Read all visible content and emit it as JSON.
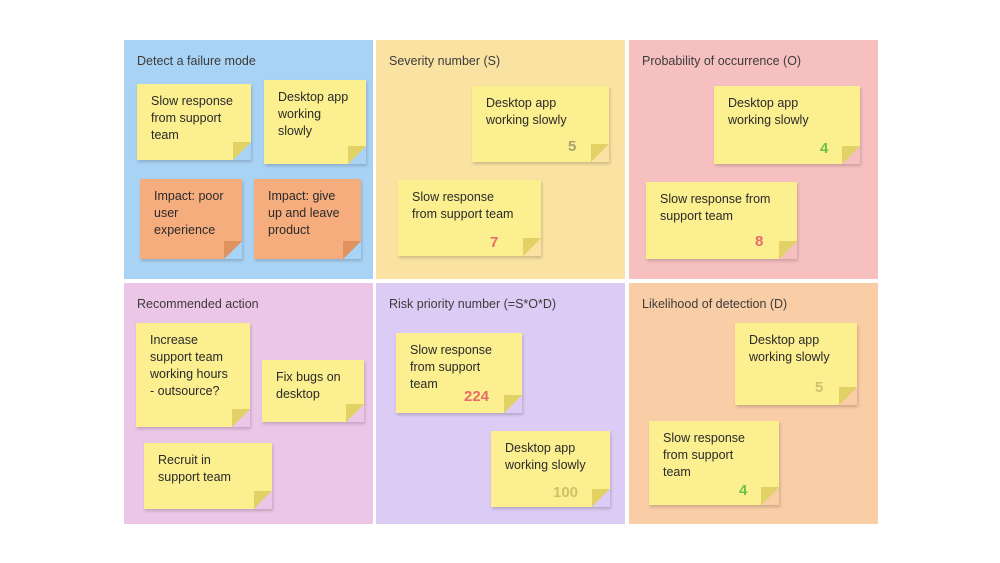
{
  "colors": {
    "detect": "#a9d3f5",
    "severity": "#f9e2a2",
    "probability": "#f7c0c0",
    "recommended": "#ebc6e7",
    "risk": "#dccbf4",
    "likelihood": "#f9cda5",
    "note_yellow": "#fbef8f",
    "note_orange": "#f5ad7e",
    "score_gray": "#a9a36f",
    "score_red": "#e96a6a",
    "score_green": "#6cc04a",
    "score_olive": "#cdc26a"
  },
  "panels": {
    "detect": {
      "title": "Detect a failure mode",
      "notes": [
        "Slow response\nfrom support\nteam",
        "Desktop app\nworking\nslowly",
        "Impact: poor\nuser\nexperience",
        "Impact: give\nup and leave\nproduct"
      ]
    },
    "severity": {
      "title": "Severity number (S)",
      "notes": [
        {
          "text": "Desktop app\nworking slowly",
          "score": "5"
        },
        {
          "text": "Slow response\nfrom support team",
          "score": "7"
        }
      ]
    },
    "probability": {
      "title": "Probability of occurrence (O)",
      "notes": [
        {
          "text": "Desktop app\nworking slowly",
          "score": "4"
        },
        {
          "text": "Slow response from\nsupport team",
          "score": "8"
        }
      ]
    },
    "recommended": {
      "title": "Recommended action",
      "notes": [
        "Increase\nsupport team\nworking hours\n- outsource?",
        "Fix bugs on\ndesktop",
        "Recruit in\nsupport team"
      ]
    },
    "risk": {
      "title": "Risk priority number (=S*O*D)",
      "notes": [
        {
          "text": "Slow response\nfrom support\nteam",
          "score": "224"
        },
        {
          "text": "Desktop app\nworking slowly",
          "score": "100"
        }
      ]
    },
    "likelihood": {
      "title": "Likelihood of detection (D)",
      "notes": [
        {
          "text": "Desktop app\nworking slowly",
          "score": "5"
        },
        {
          "text": "Slow response\nfrom support\nteam",
          "score": "4"
        }
      ]
    }
  }
}
